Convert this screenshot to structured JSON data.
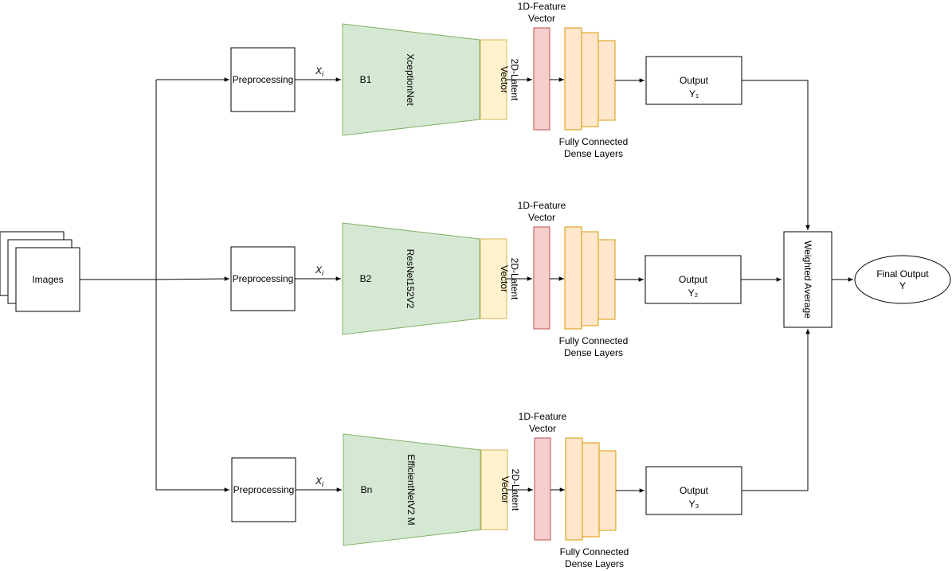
{
  "input": {
    "label": "Images"
  },
  "preprocessing_label": "Preprocessing",
  "xi_label": "X",
  "xi_subscript": "i",
  "latent_label_line1": "2D-Latent",
  "latent_label_line2": "Vector",
  "feature_label_line1": "1D-Feature",
  "feature_label_line2": "Vector",
  "dense_label_line1": "Fully Connected",
  "dense_label_line2": "Dense Layers",
  "output_label": "Output",
  "branches": [
    {
      "id": "B1",
      "model": "XceptionNet",
      "output_sub": "Y₁"
    },
    {
      "id": "B2",
      "model": "ResNet152V2",
      "output_sub": "Y₂"
    },
    {
      "id": "Bn",
      "model": "EfficientNetV2 M",
      "output_sub": "Y₃"
    }
  ],
  "aggregator": {
    "label": "Weighted Average"
  },
  "final": {
    "label_line1": "Final Output",
    "label_line2": "Y"
  },
  "colors": {
    "encoder_fill": "#d5e8d4",
    "encoder_stroke": "#82b366",
    "latent_fill": "#fff2cc",
    "latent_stroke": "#d6b656",
    "feature_fill": "#f8cecc",
    "feature_stroke": "#b85450",
    "dense_fill": "#ffe6cc",
    "dense_stroke": "#d79b00"
  }
}
